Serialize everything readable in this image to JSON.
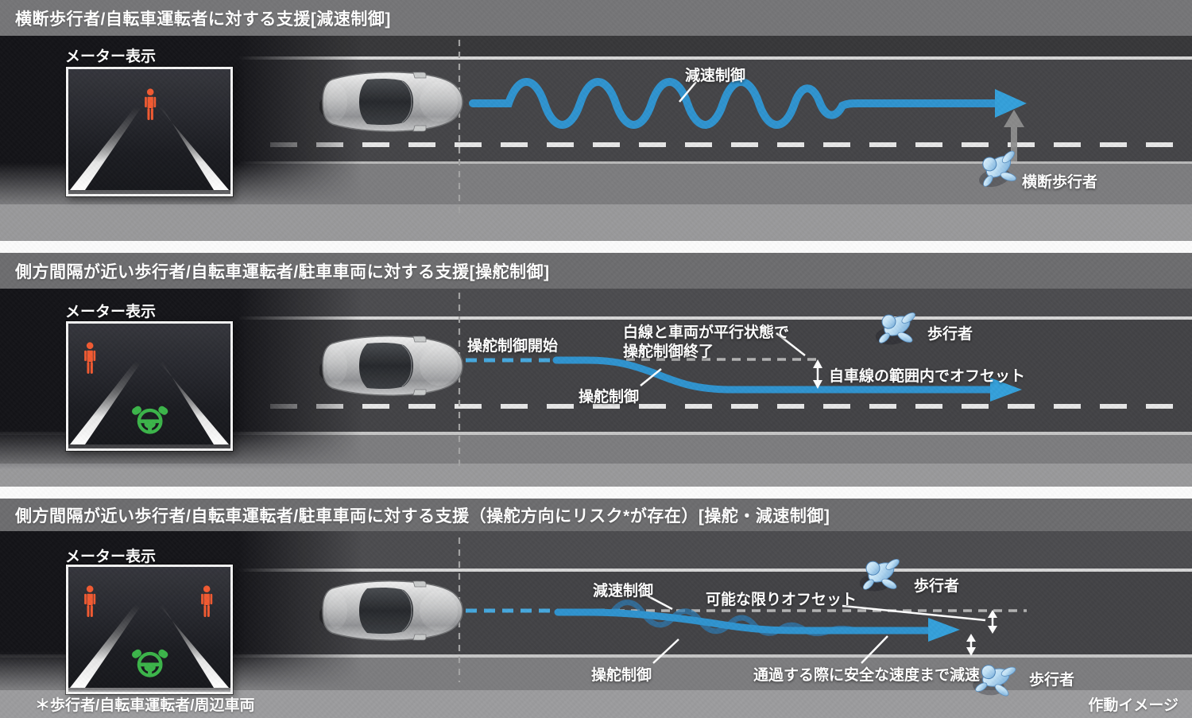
{
  "page": {
    "footnote": "＊歩行者/自転車運転者/周辺車両",
    "caption": "作動イメージ"
  },
  "colors": {
    "trajectory_blue": "#2f93cf",
    "dashed_blue": "#46a8de",
    "wave_blue_translucent": "rgba(45,122,178,0.72)",
    "pedestrian_orange": "#f15a31",
    "steering_green": "#3cb54a",
    "pedestrian_blue": "#bfe0f5",
    "asphalt": "#454548",
    "shoulder": "#7d7d7f",
    "title_strip": "#6d6d6f",
    "label_white": "#ffffff"
  },
  "icons": {
    "car": "car-top-view-icon",
    "road_pedestrian": "pedestrian-top-view-icon",
    "meter_pedestrian": "pedestrian-front-icon",
    "steering": "steering-wheel-hands-icon",
    "crossing_arrow": "up-arrow-icon",
    "offset_measure": "double-headed-arrow-icon"
  },
  "panels": [
    {
      "title": "横断歩行者/自転車運転者に対する支援[減速制御]",
      "meter": {
        "label": "メーター表示"
      },
      "labels": {
        "decel": "減速制御",
        "crossing_pedestrian": "横断歩行者"
      }
    },
    {
      "title": "側方間隔が近い歩行者/自転車運転者/駐車車両に対する支援[操舵制御]",
      "meter": {
        "label": "メーター表示"
      },
      "labels": {
        "steer_start": "操舵制御開始",
        "parallel_line1": "白線と車両が平行状態で",
        "parallel_line2": "操舵制御終了",
        "offset": "自車線の範囲内でオフセット",
        "steer": "操舵制御",
        "pedestrian": "歩行者"
      }
    },
    {
      "title": "側方間隔が近い歩行者/自転車運転者/駐車車両に対する支援（操舵方向にリスク*が存在）[操舵・減速制御]",
      "meter": {
        "label": "メーター表示"
      },
      "labels": {
        "decel": "減速制御",
        "offset": "可能な限りオフセット",
        "pedestrian_top": "歩行者",
        "steer": "操舵制御",
        "pass_decel": "通過する際に安全な速度まで減速",
        "pedestrian_bottom": "歩行者"
      }
    }
  ]
}
